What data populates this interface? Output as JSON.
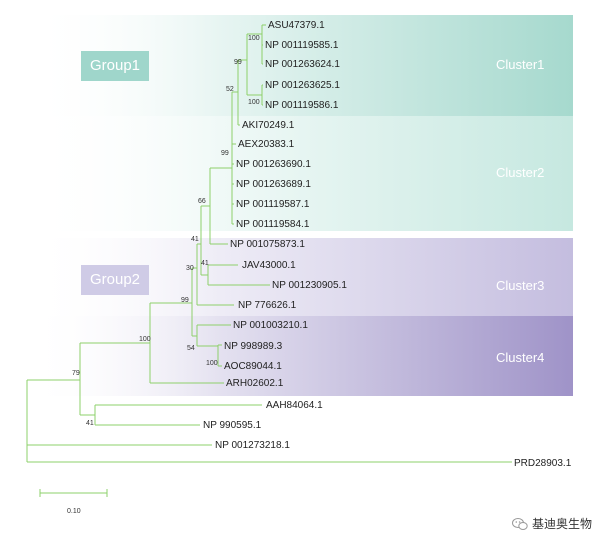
{
  "groups": [
    {
      "label": "Group1",
      "color": "#9fd6cb"
    },
    {
      "label": "Group2",
      "color": "#cfcbe6"
    }
  ],
  "clusters": [
    {
      "label": "Cluster1"
    },
    {
      "label": "Cluster2"
    },
    {
      "label": "Cluster3"
    },
    {
      "label": "Cluster4"
    }
  ],
  "leaves": [
    "ASU47379.1",
    "NP 001119585.1",
    "NP 001263624.1",
    "NP 001263625.1",
    "NP 001119586.1",
    "AKI70249.1",
    "AEX20383.1",
    "NP 001263690.1",
    "NP 001263689.1",
    "NP 001119587.1",
    "NP 001119584.1",
    "NP 001075873.1",
    "JAV43000.1",
    "NP 001230905.1",
    "NP 776626.1",
    "NP 001003210.1",
    "NP 998989.3",
    "AOC89044.1",
    "ARH02602.1",
    "AAH84064.1",
    "NP 990595.1",
    "NP 001273218.1",
    "PRD28903.1"
  ],
  "bootstraps": [
    "100",
    "99",
    "52",
    "100",
    "99",
    "66",
    "41",
    "41",
    "30",
    "99",
    "54",
    "100",
    "100",
    "79",
    "41"
  ],
  "scale_bar": {
    "label": "0.10"
  },
  "watermark": {
    "text": "基迪奥生物"
  },
  "colors": {
    "branch": "#8ed06b",
    "cluster_teal": "#a8d8cf",
    "cluster_purple": "#9b8fc4"
  }
}
